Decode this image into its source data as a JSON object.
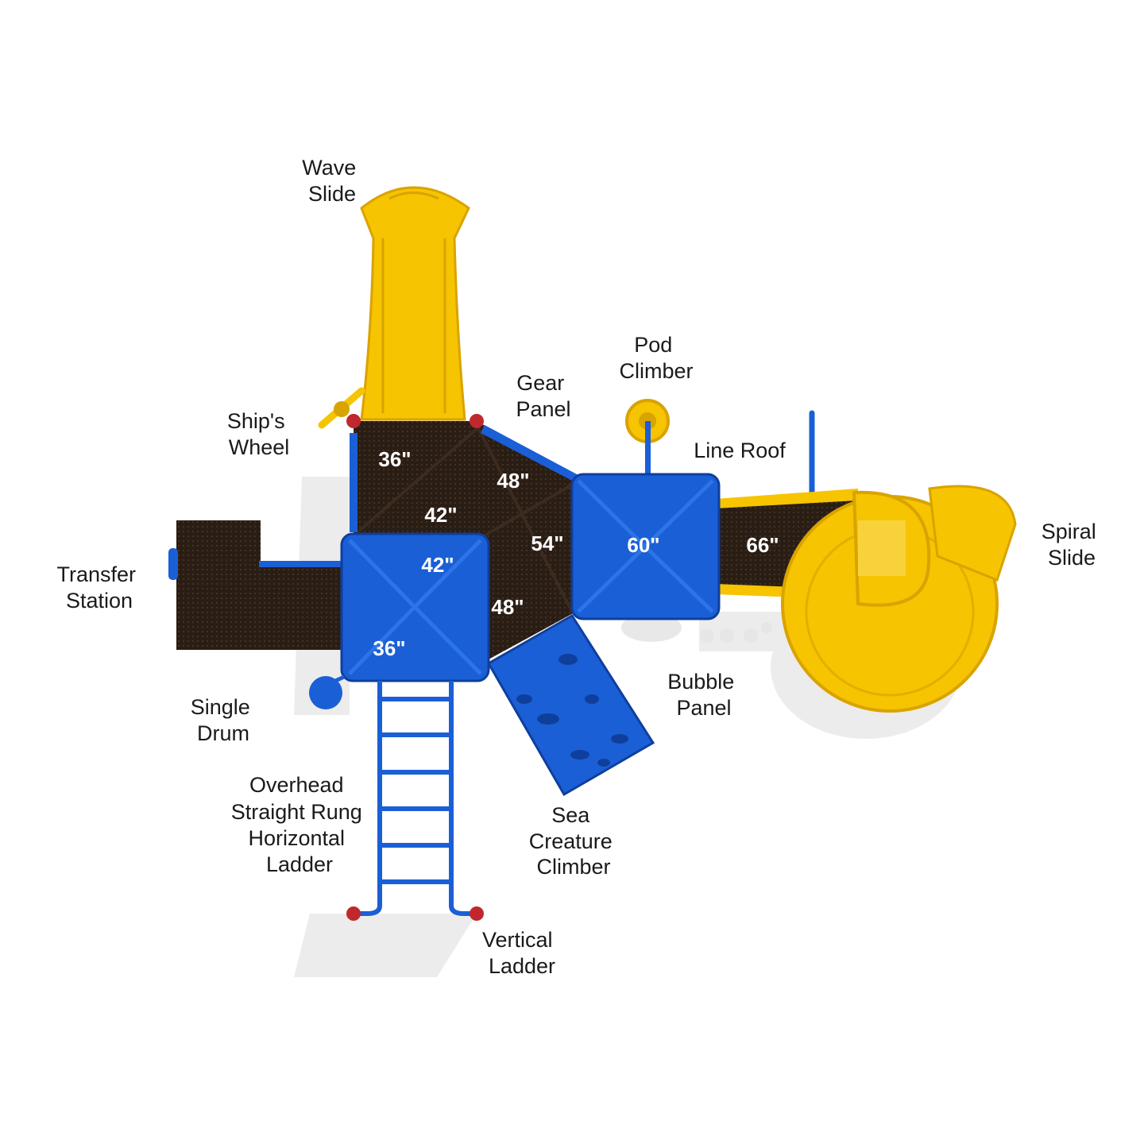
{
  "colors": {
    "yellow": "#f6c400",
    "yellow_dark": "#d9a300",
    "blue": "#1a5fd6",
    "blue_dark": "#0f3f9c",
    "deck": "#2a1d14",
    "shadow": "#e6e6e6",
    "red": "#c0282d"
  },
  "labels": {
    "wave_slide": [
      "Wave",
      "Slide"
    ],
    "ships_wheel": [
      "Ship's",
      "Wheel"
    ],
    "gear_panel": [
      "Gear",
      "Panel"
    ],
    "pod_climber": [
      "Pod",
      "Climber"
    ],
    "line_roof": [
      "Line Roof"
    ],
    "spiral_slide": [
      "Spiral",
      "Slide"
    ],
    "transfer_station": [
      "Transfer",
      "Station"
    ],
    "bubble_panel": [
      "Bubble",
      "Panel"
    ],
    "single_drum": [
      "Single",
      "Drum"
    ],
    "overhead_ladder": [
      "Overhead",
      "Straight Rung",
      "Horizontal",
      "Ladder"
    ],
    "sea_creature": [
      "Sea",
      "Creature",
      "Climber"
    ],
    "vertical_ladder": [
      "Vertical",
      "Ladder"
    ]
  },
  "heights": {
    "deck_36_top": "36\"",
    "deck_42_mid": "42\"",
    "deck_48_top": "48\"",
    "deck_54": "54\"",
    "deck_60": "60\"",
    "deck_66": "66\"",
    "deck_42_roof": "42\"",
    "deck_48_bottom": "48\"",
    "deck_36_roof": "36\""
  }
}
